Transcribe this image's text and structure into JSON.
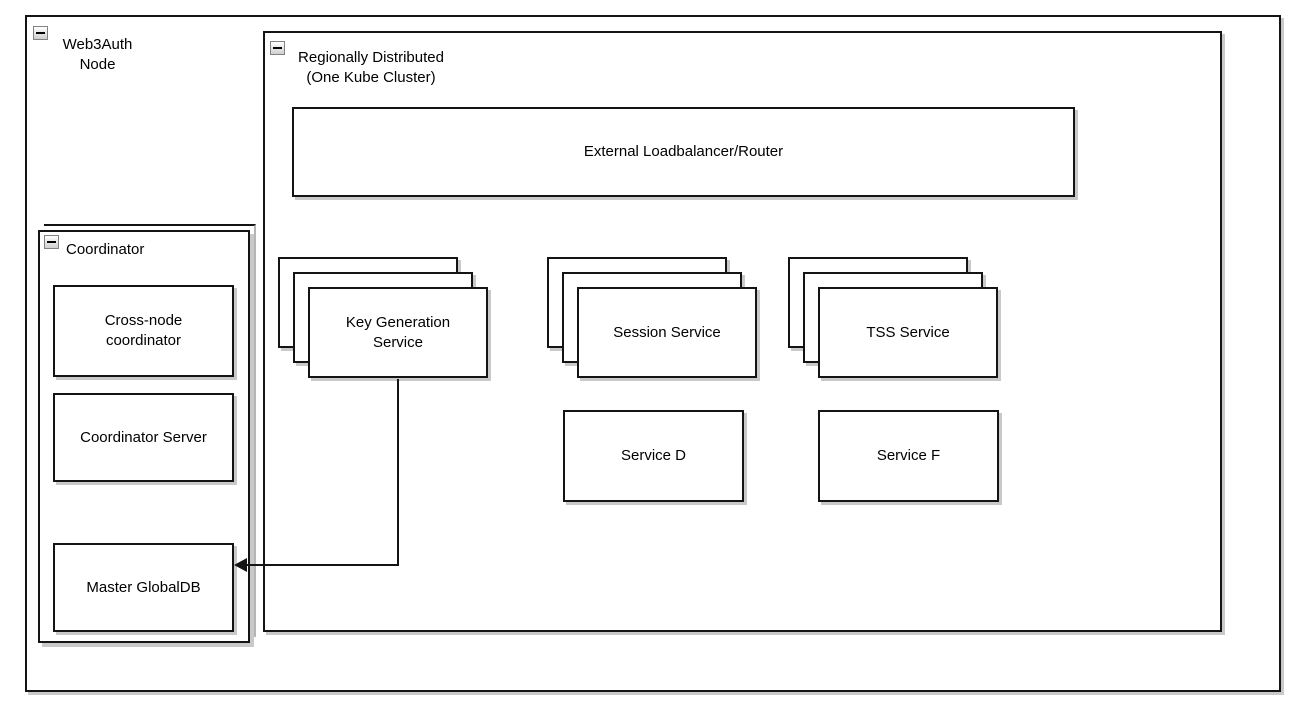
{
  "diagram": {
    "colors": {
      "border": "#141414",
      "shadow": "#c9c9c9",
      "background": "#ffffff"
    },
    "icons": {
      "collapse": "minus-collapse-icon"
    },
    "web3auth_node": {
      "label": "Web3Auth\nNode"
    },
    "regional": {
      "label": "Regionally Distributed\n(One Kube Cluster)"
    },
    "loadbalancer": {
      "label": "External Loadbalancer/Router"
    },
    "coordinator": {
      "label": "Coordinator",
      "boxes": [
        {
          "label": "Cross-node\ncoordinator"
        },
        {
          "label": "Coordinator Server"
        },
        {
          "label": "Master GlobalDB"
        }
      ]
    },
    "stacks": [
      {
        "label": "Key Generation\nService"
      },
      {
        "label": "Session Service"
      },
      {
        "label": "TSS Service"
      }
    ],
    "services": [
      {
        "label": "Service D"
      },
      {
        "label": "Service F"
      }
    ],
    "connections": [
      {
        "from": "Key Generation Service",
        "to": "Master GlobalDB"
      }
    ]
  }
}
